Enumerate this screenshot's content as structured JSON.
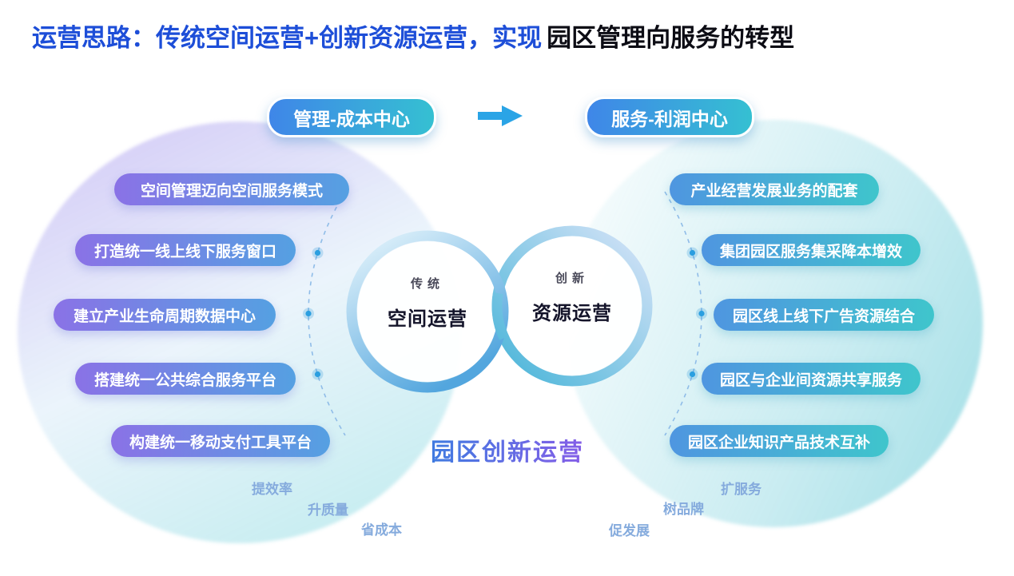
{
  "title": {
    "blue": "运营思路：传统空间运营+创新资源运营，实现",
    "dark": "园区管理向服务的转型"
  },
  "flow": {
    "from": "管理-成本中心",
    "to": "服务-利润中心"
  },
  "center": {
    "left_tag": "传统",
    "left_label": "空间运营",
    "right_tag": "创新",
    "right_label": "资源运营",
    "caption": "园区创新运营"
  },
  "left_items": [
    "空间管理迈向空间服务模式",
    "打造统一线上线下服务窗口",
    "建立产业生命周期数据中心",
    "搭建统一公共综合服务平台",
    "构建统一移动支付工具平台"
  ],
  "right_items": [
    "产业经营发展业务的配套",
    "集团园区服务集采降本增效",
    "园区线上线下广告资源结合",
    "园区与企业间资源共享服务",
    "园区企业知识产品技术互补"
  ],
  "bottom_labels": [
    "提效率",
    "升质量",
    "省成本",
    "促发展",
    "树品牌",
    "扩服务"
  ],
  "colors": {
    "title_blue": "#1d4ed8",
    "title_dark": "#0c0c14",
    "left_pill_start": "#8a72e6",
    "left_pill_end": "#55a0e2",
    "right_pill_start": "#4f96e0",
    "right_pill_end": "#3fc5cc",
    "top_pill_start": "#3f86e8",
    "top_pill_end": "#35c0d2",
    "arrow_blue": "#2aa4e6",
    "caption_start": "#3a7de0",
    "caption_end": "#8a5ce8",
    "bottom_word_blue": "#85abdd"
  }
}
